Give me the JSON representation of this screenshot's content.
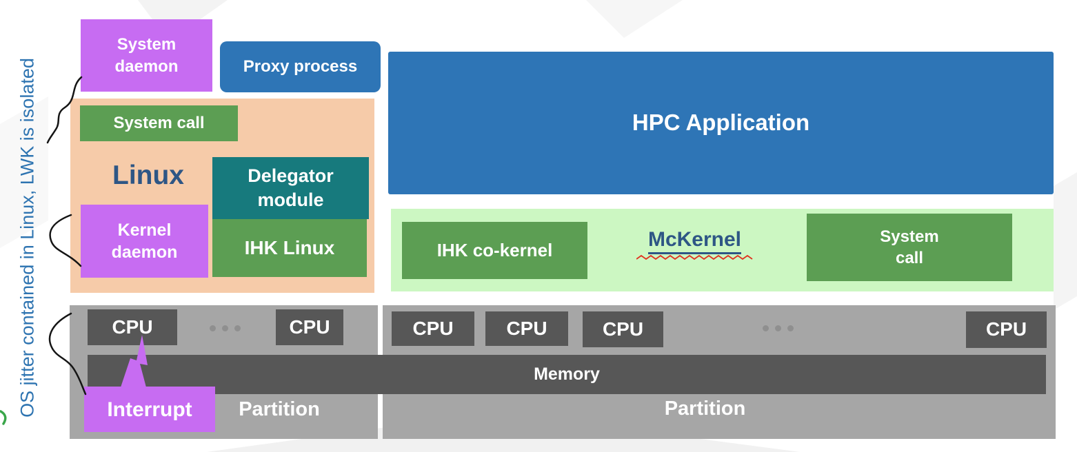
{
  "side_note": {
    "text": "OS jitter contained in Linux, LWK is isolated"
  },
  "linux_domain": {
    "system_daemon": "System\ndaemon",
    "proxy_process": "Proxy process",
    "system_call": "System call",
    "os_label": "Linux",
    "delegator_module": "Delegator\nmodule",
    "ihk_linux": "IHK Linux",
    "kernel_daemon": "Kernel\ndaemon"
  },
  "mckernel_domain": {
    "hpc_application": "HPC Application",
    "ihk_co_kernel": "IHK co-kernel",
    "os_label": "McKernel",
    "system_call": "System\ncall"
  },
  "hardware": {
    "memory": "Memory",
    "left_partition": {
      "cpus": [
        "CPU",
        "CPU"
      ],
      "label": "Partition",
      "interrupt": "Interrupt"
    },
    "right_partition": {
      "cpus": [
        "CPU",
        "CPU",
        "CPU",
        "CPU"
      ],
      "label": "Partition"
    }
  },
  "icons": {
    "ellipsis": "three-dots",
    "interrupt_bolt": "lightning-bolt",
    "callout_lines": "wavy-squiggle-connectors",
    "mckernel_underline": "red-spellcheck-squiggle"
  },
  "colors": {
    "purple": "#c76cf2",
    "blue": "#2e75b6",
    "green": "#5c9e53",
    "teal": "#177a7d",
    "peach": "#f6cba9",
    "light_green": "#ccf7c2",
    "gray": "#a6a6a6",
    "dark_gray": "#575757",
    "navy_text": "#2e5685",
    "side_note_blue": "#2e74b1",
    "squiggle_red": "#e0301e"
  }
}
